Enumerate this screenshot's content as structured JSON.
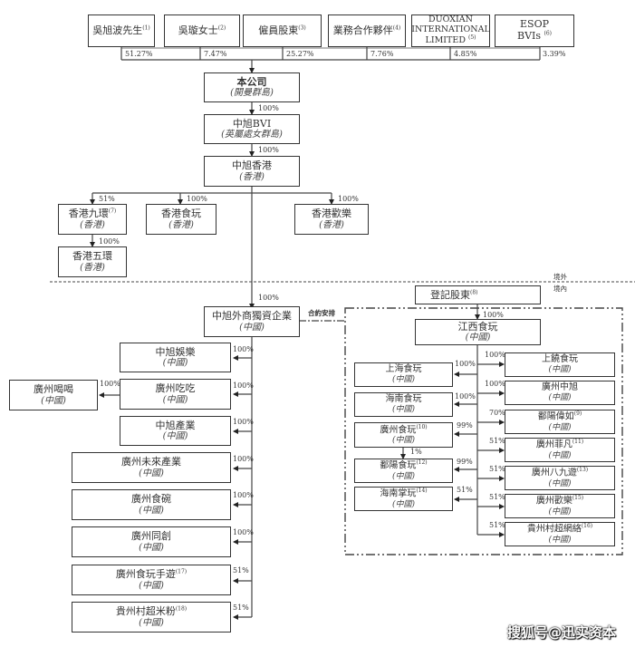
{
  "shareholders": [
    {
      "name": "吳旭波先生",
      "note": "(1)",
      "pct": "51.27%"
    },
    {
      "name": "吳璇女士",
      "note": "(2)",
      "pct": "7.47%"
    },
    {
      "name": "僱員股東",
      "note": "(3)",
      "pct": "25.27%"
    },
    {
      "name": "業務合作夥伴",
      "note": "(4)",
      "pct": "7.76%"
    },
    {
      "name_lines": [
        "DUOXIAN",
        "INTERNATIONAL",
        "LIMITED"
      ],
      "note": "(5)",
      "pct": "4.85%"
    },
    {
      "name_lines": [
        "ESOP",
        "BVIs"
      ],
      "note": "(6)",
      "pct": "3.39%"
    }
  ],
  "company": {
    "name": "本公司",
    "loc": "(開曼群島)"
  },
  "bvi": {
    "name": "中旭BVI",
    "loc": "(英屬處女群島)",
    "pct": "100%"
  },
  "hk": {
    "name": "中旭香港",
    "loc": "(香港)",
    "pct": "100%"
  },
  "hk_subs": [
    {
      "name": "香港九環",
      "note": "(7)",
      "loc": "(香港)",
      "pct": "51%"
    },
    {
      "name": "香港食玩",
      "note": "",
      "loc": "(香港)",
      "pct": "100%"
    },
    {
      "name": "香港歡樂",
      "note": "",
      "loc": "(香港)",
      "pct": "100%"
    }
  ],
  "hk_wuhuan": {
    "name": "香港五環",
    "loc": "(香港)",
    "pct": "100%"
  },
  "border": {
    "offshore": "境外",
    "onshore": "境內"
  },
  "wfoe": {
    "name": "中旭外商獨資企業",
    "loc": "(中國)",
    "pct": "100%",
    "contract_label": "合約安排"
  },
  "registered_holders": {
    "name": "登記股東",
    "note": "(8)"
  },
  "wfoe_subs": [
    {
      "name": "中旭娛樂",
      "loc": "(中國)",
      "pct": "100%"
    },
    {
      "name": "廣州吃吃",
      "loc": "(中國)",
      "pct": "100%"
    },
    {
      "name": "中旭產業",
      "loc": "(中國)",
      "pct": "100%"
    },
    {
      "name": "廣州未來產業",
      "loc": "(中國)",
      "pct": "100%"
    },
    {
      "name": "廣州食碗",
      "loc": "(中國)",
      "pct": "100%"
    },
    {
      "name": "廣州同創",
      "loc": "(中國)",
      "pct": "100%"
    },
    {
      "name": "廣州食玩手遊",
      "note": "(17)",
      "loc": "(中國)",
      "pct": "51%"
    },
    {
      "name": "貴州村超米粉",
      "note": "(18)",
      "loc": "(中國)",
      "pct": "51%"
    }
  ],
  "guangzhou_heehee": {
    "name": "廣州喝喝",
    "loc": "(中國)",
    "pct": "100%"
  },
  "jiangxi": {
    "name": "江西食玩",
    "loc": "(中國)",
    "pct": "100%"
  },
  "jx_left": [
    {
      "name": "上海食玩",
      "note": "",
      "loc": "(中國)",
      "pct": "100%"
    },
    {
      "name": "海南食玩",
      "note": "",
      "loc": "(中國)",
      "pct": "100%"
    },
    {
      "name": "廣州食玩",
      "note": "(10)",
      "loc": "(中國)",
      "pct": "99%"
    },
    {
      "name": "鄱陽食玩",
      "note": "(12)",
      "loc": "(中國)",
      "pct": "99%"
    },
    {
      "name": "海南掌玩",
      "note": "(14)",
      "loc": "(中國)",
      "pct": "51%"
    }
  ],
  "gz_to_py_pct": "1%",
  "jx_right": [
    {
      "name": "上饒食玩",
      "note": "",
      "loc": "(中國)",
      "pct": "100%"
    },
    {
      "name": "廣州中旭",
      "note": "",
      "loc": "(中國)",
      "pct": "100%"
    },
    {
      "name": "鄱陽偉如",
      "note": "(9)",
      "loc": "(中國)",
      "pct": "70%"
    },
    {
      "name": "廣州菲凡",
      "note": "(11)",
      "loc": "(中國)",
      "pct": "51%"
    },
    {
      "name": "廣州八九遊",
      "note": "(13)",
      "loc": "(中國)",
      "pct": "51%"
    },
    {
      "name": "廣州歡樂",
      "note": "(15)",
      "loc": "(中國)",
      "pct": "51%"
    },
    {
      "name": "貴州村超網絡",
      "note": "(16)",
      "loc": "(中國)",
      "pct": "51%"
    }
  ],
  "watermark": "搜狐号@迅实资本"
}
